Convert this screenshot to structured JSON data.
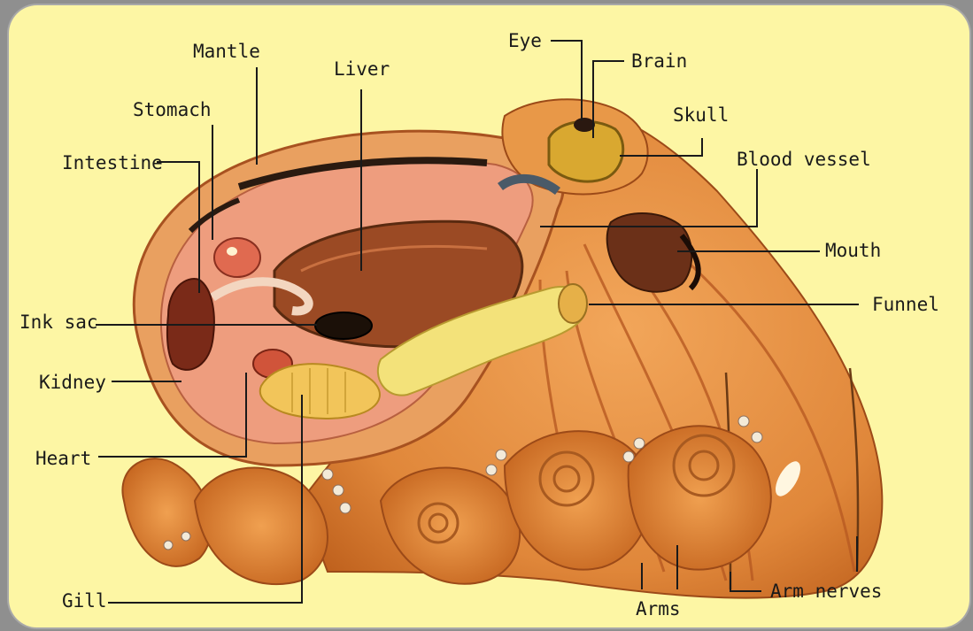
{
  "labels": {
    "mantle": "Mantle",
    "liver": "Liver",
    "eye": "Eye",
    "brain": "Brain",
    "skull": "Skull",
    "blood_vessel": "Blood vessel",
    "stomach": "Stomach",
    "intestine": "Intestine",
    "mouth": "Mouth",
    "funnel": "Funnel",
    "ink_sac": "Ink sac",
    "kidney": "Kidney",
    "heart": "Heart",
    "gill": "Gill",
    "arms": "Arms",
    "arm_nerves": "Arm nerves"
  },
  "colors": {
    "background": "#fdf6a4",
    "frame": "#8f8f8f",
    "body": "#e08a3a",
    "body_dark": "#b8581e",
    "organ_pink": "#e58f7a",
    "liver": "#9a4a24",
    "gill": "#f2c55a",
    "funnel": "#f0d870",
    "leader_line": "#1a1a1a"
  }
}
